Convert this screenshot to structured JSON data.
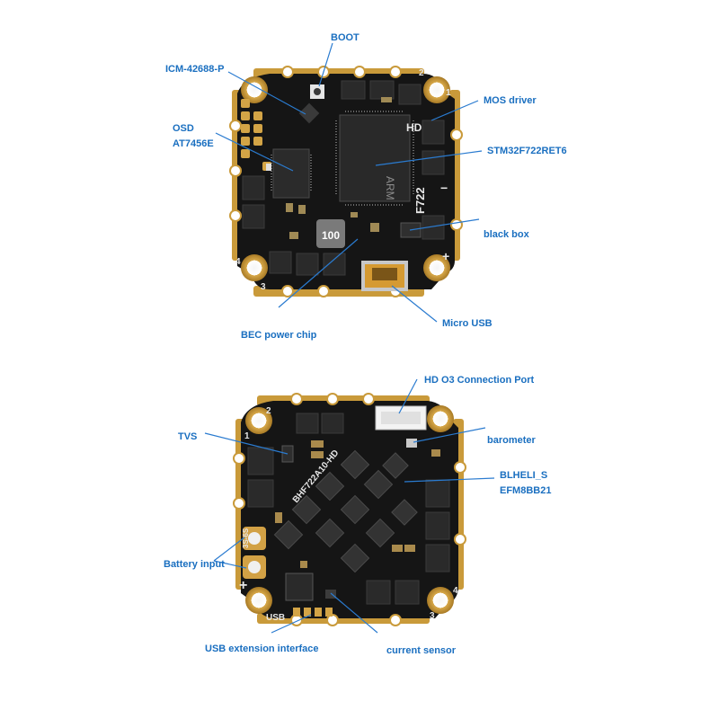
{
  "colors": {
    "label": "#1a6fc0",
    "leader": "#2a7bd0",
    "board": "#141414",
    "pad": "#c99a3a",
    "chip": "#2a2a2a",
    "silk": "#dcdcdc"
  },
  "top_board": {
    "labels": {
      "boot": "BOOT",
      "icm": "ICM-42688-P",
      "osd_1": "OSD",
      "osd_2": "AT7456E",
      "mos": "MOS driver",
      "mcu": "STM32F722RET6",
      "blackbox": "black box",
      "usb": "Micro USB",
      "bec": "BEC power chip"
    },
    "silk": {
      "hd": "HD",
      "f722": "F722",
      "inductor": "100",
      "corner_1": "1",
      "corner_2": "2",
      "corner_3": "3",
      "corner_4": "4",
      "plus": "+",
      "minus": "−",
      "mcu_mark": "ARM"
    }
  },
  "bottom_board": {
    "labels": {
      "hd_port": "HD O3 Connection Port",
      "tvs": "TVS",
      "baro": "barometer",
      "blheli_1": "BLHELI_S",
      "blheli_2": "EFM8BB21",
      "battery": "Battery input",
      "usb_ext": "USB extension interface",
      "current": "current sensor"
    },
    "silk": {
      "corner_1": "1",
      "corner_2": "2",
      "corner_3": "3",
      "corner_4": "4",
      "plus": "+",
      "usb": "USB",
      "model": "BHF722A10-HD",
      "ltr": "3S-6S"
    }
  }
}
